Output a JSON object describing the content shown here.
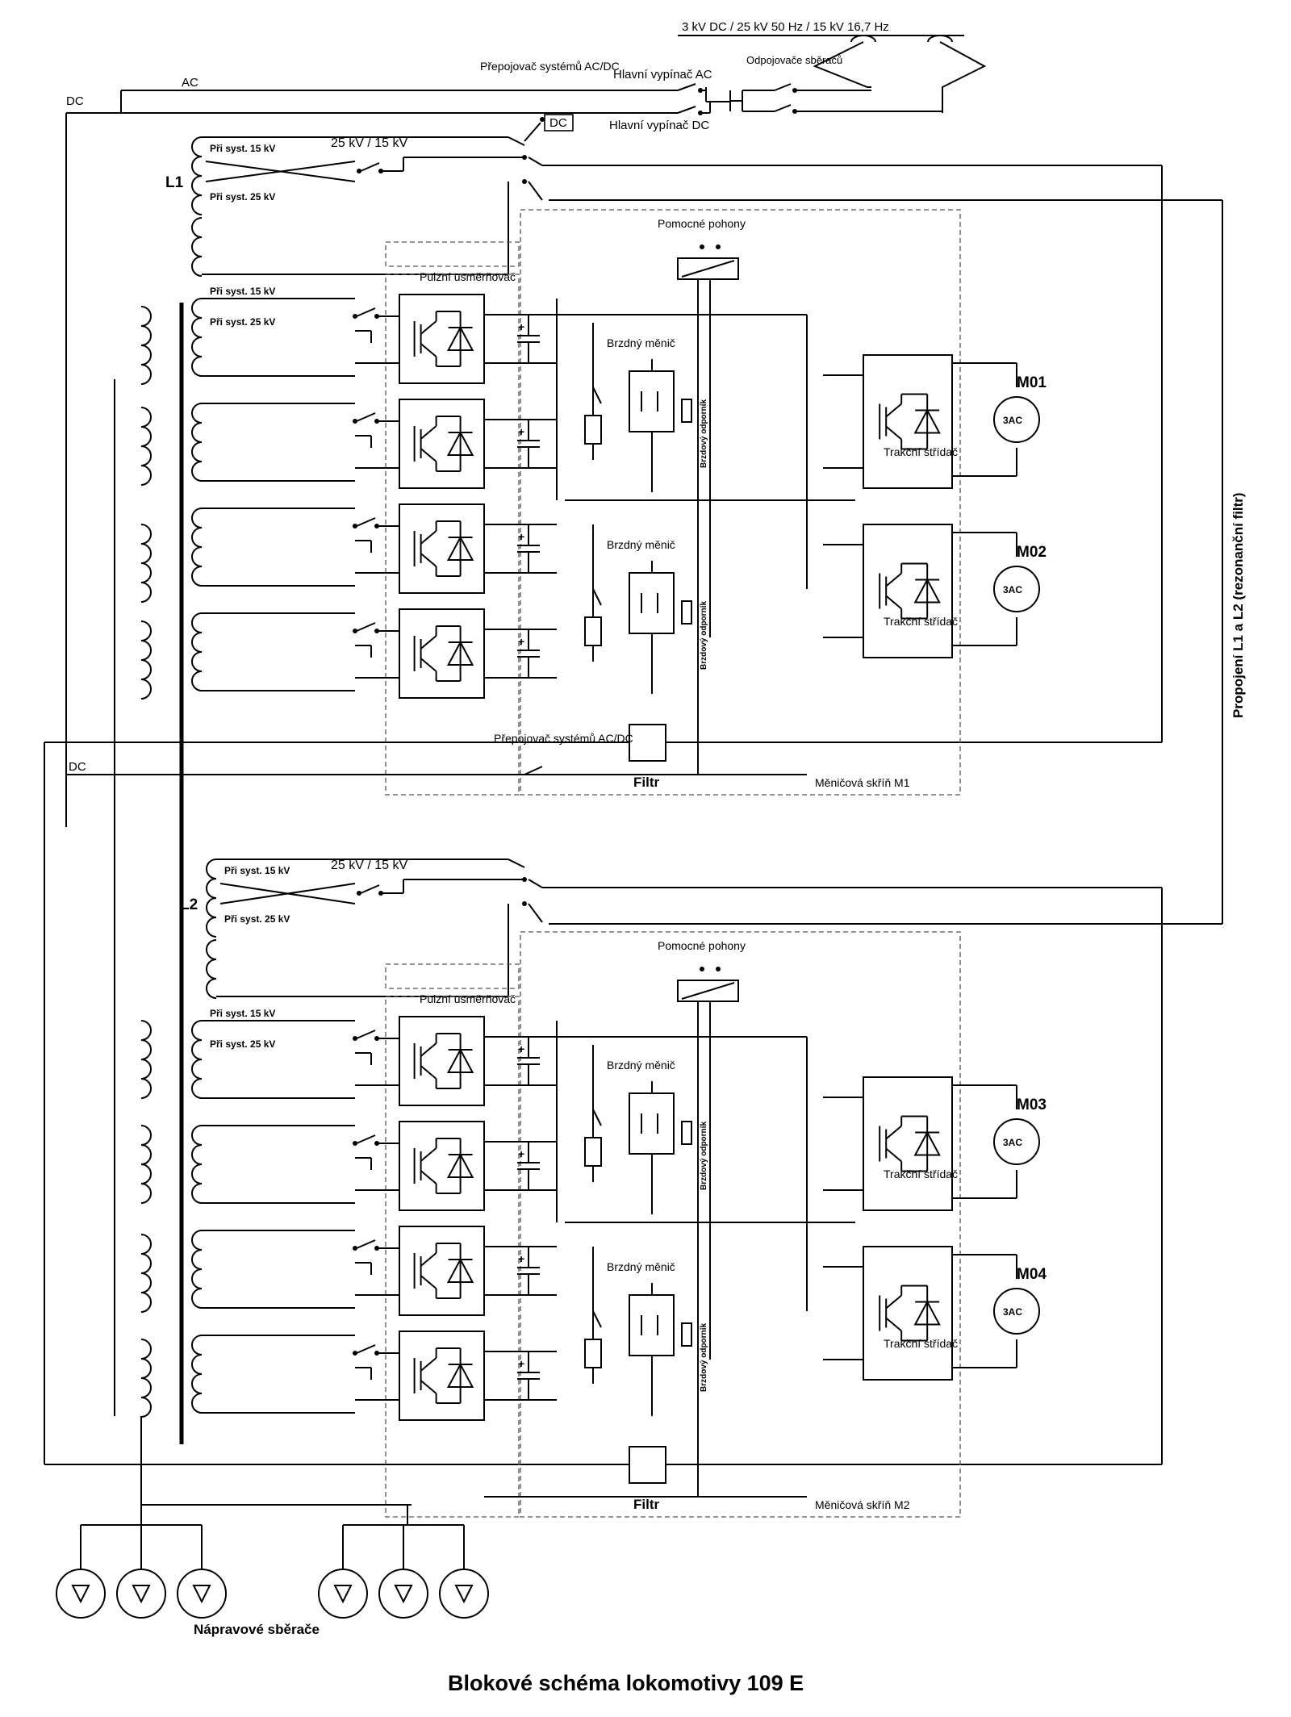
{
  "title": "Blokové schéma lokomotivy 109 E",
  "supply": {
    "systems": "3 kV DC / 25 kV 50 Hz / 15 kV 16,7 Hz",
    "pantograph_switch": "Odpojovače sběračů",
    "main_breaker_ac": "Hlavní vypínač AC",
    "main_breaker_dc": "Hlavní vypínač DC",
    "ac": "AC",
    "dc": "DC",
    "dc_contact": "DC",
    "acdc_switch": "Přepojovač systémů AC/DC"
  },
  "voltage_selector": "25 kV / 15 kV",
  "taps": {
    "kv15": "Při syst. 15 kV",
    "kv25": "Při syst. 25 kV"
  },
  "blocks": {
    "rectifier": "Pulzní usměrňovač",
    "brake_chopper": "Brzdný měnič",
    "brake_resistor": "Brzdový odporník",
    "auxiliary": "Pomocné pohony",
    "traction_inverter": "Trakční střídač",
    "motor_type": "3AC",
    "filter": "Filtr",
    "axle_collectors": "Nápravové sběrače",
    "resonant_link": "Propojení L1 a L2 (rezonanční filtr)"
  },
  "units": [
    {
      "inductor": "L1",
      "cabinet": "Měničová skříň M1",
      "motors": [
        "M01",
        "M02"
      ]
    },
    {
      "inductor": "L2",
      "cabinet": "Měničová skříň M2",
      "motors": [
        "M03",
        "M04"
      ]
    }
  ]
}
